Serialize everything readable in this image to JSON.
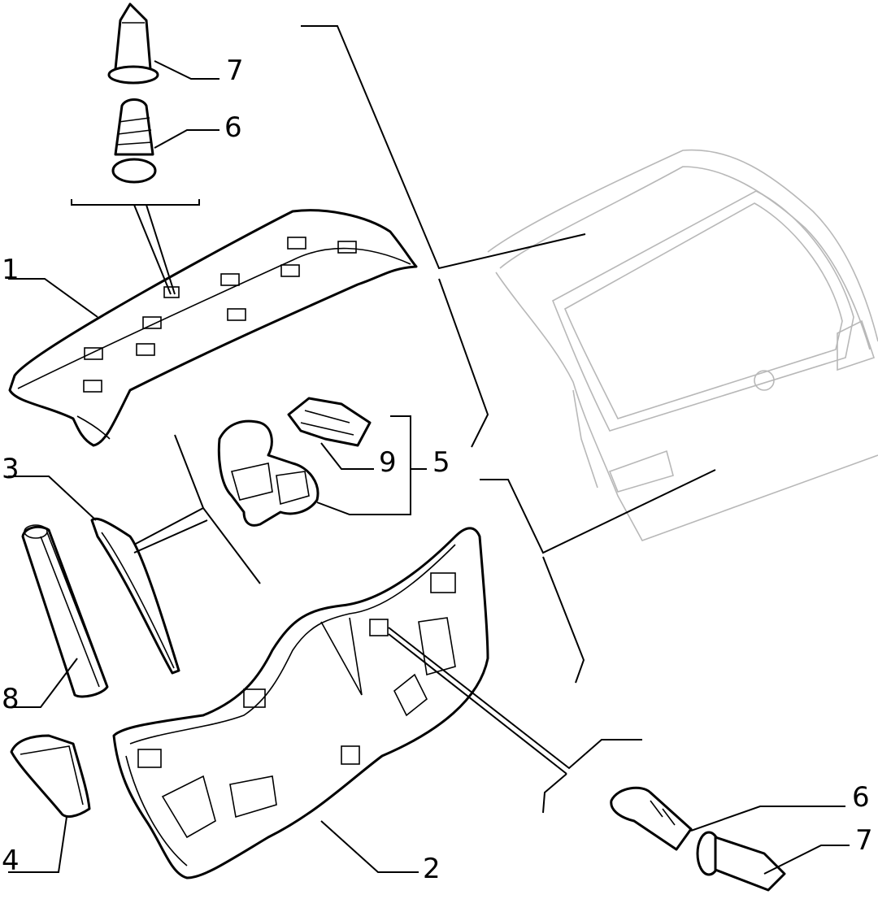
{
  "callouts": {
    "c1": "1",
    "c2": "2",
    "c3": "3",
    "c4": "4",
    "c5": "5",
    "c6_top": "6",
    "c7_top": "7",
    "c6_bottom": "6",
    "c7_bottom": "7",
    "c8": "8",
    "c9": "9"
  },
  "colors": {
    "ink": "#000000",
    "car_outline": "#b8b8b8",
    "background": "#ffffff"
  }
}
